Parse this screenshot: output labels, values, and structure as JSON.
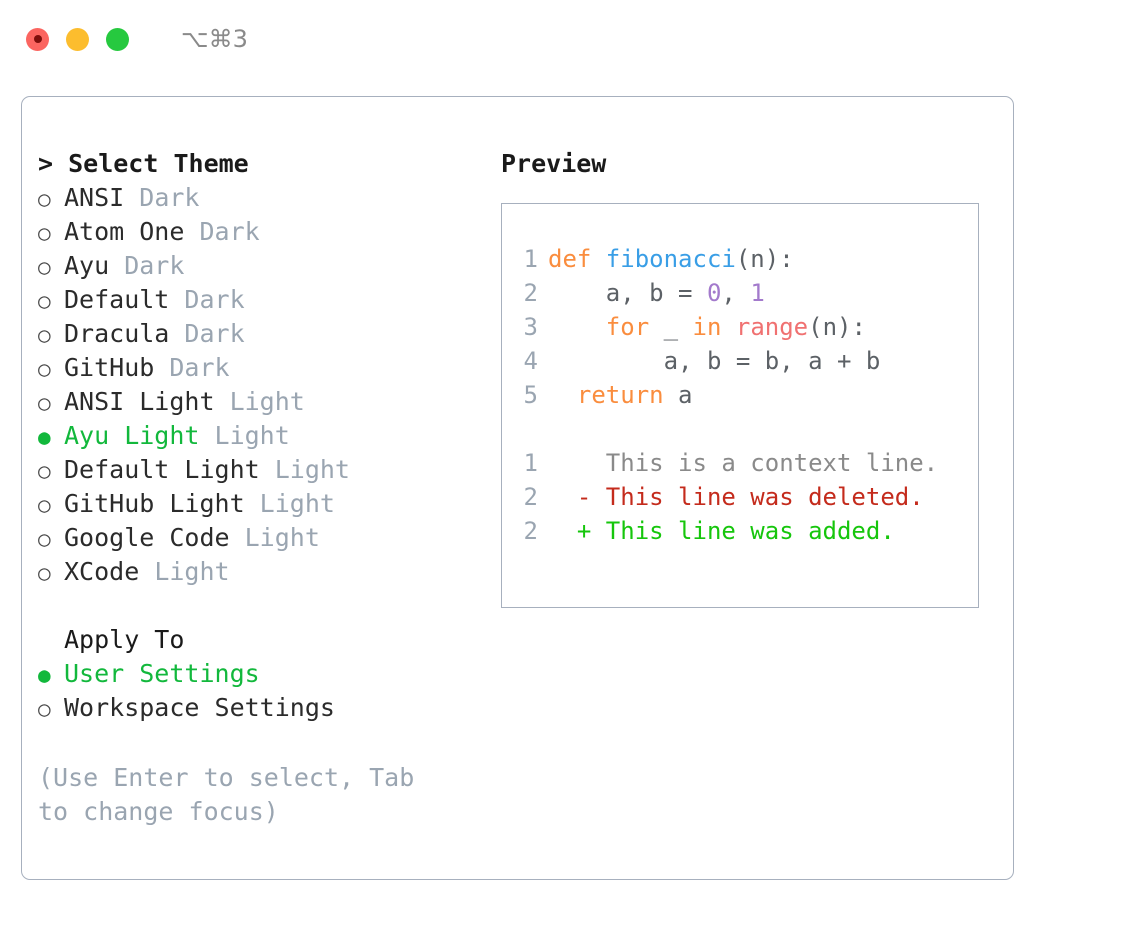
{
  "titlebar": {
    "shortcut": "⌥⌘3",
    "buttons": [
      {
        "name": "close",
        "color": "#fb6560"
      },
      {
        "name": "minimize",
        "color": "#fcbd2e"
      },
      {
        "name": "maximize",
        "color": "#26c93f"
      }
    ]
  },
  "colors": {
    "accent_green": "#12b83c",
    "muted": "#9aa5b1",
    "text": "#2b2b2b",
    "border": "#a7b0be",
    "keyword": "#fa8d3e",
    "function": "#399ee6",
    "number": "#a37acc",
    "builtin": "#f07171",
    "diff_added": "#16c60c",
    "diff_deleted": "#c42b1c"
  },
  "theme_list": {
    "title": "> Select Theme",
    "bullet_unselected": "○",
    "bullet_selected": "●",
    "items": [
      {
        "name": "ANSI",
        "kind": "Dark",
        "selected": false
      },
      {
        "name": "Atom One",
        "kind": "Dark",
        "selected": false
      },
      {
        "name": "Ayu",
        "kind": "Dark",
        "selected": false
      },
      {
        "name": "Default",
        "kind": "Dark",
        "selected": false
      },
      {
        "name": "Dracula",
        "kind": "Dark",
        "selected": false
      },
      {
        "name": "GitHub",
        "kind": "Dark",
        "selected": false
      },
      {
        "name": "ANSI Light",
        "kind": "Light",
        "selected": false
      },
      {
        "name": "Ayu Light",
        "kind": "Light",
        "selected": true
      },
      {
        "name": "Default Light",
        "kind": "Light",
        "selected": false
      },
      {
        "name": "GitHub Light",
        "kind": "Light",
        "selected": false
      },
      {
        "name": "Google Code",
        "kind": "Light",
        "selected": false
      },
      {
        "name": "XCode",
        "kind": "Light",
        "selected": false
      }
    ]
  },
  "apply_to": {
    "title": "Apply To",
    "items": [
      {
        "name": "User Settings",
        "selected": true
      },
      {
        "name": "Workspace Settings",
        "selected": false
      }
    ]
  },
  "hint": "(Use Enter to select, Tab to change focus)",
  "preview": {
    "title": "Preview",
    "code": [
      {
        "line_no": "1",
        "tokens": [
          {
            "text": "def ",
            "type": "keyword"
          },
          {
            "text": "fibonacci",
            "type": "function"
          },
          {
            "text": "(n):",
            "type": "plain"
          }
        ]
      },
      {
        "line_no": "2",
        "tokens": [
          {
            "text": "    a, b = ",
            "type": "plain"
          },
          {
            "text": "0",
            "type": "number"
          },
          {
            "text": ", ",
            "type": "plain"
          },
          {
            "text": "1",
            "type": "number"
          }
        ]
      },
      {
        "line_no": "3",
        "tokens": [
          {
            "text": "    ",
            "type": "plain"
          },
          {
            "text": "for",
            "type": "keyword"
          },
          {
            "text": " _ ",
            "type": "plain"
          },
          {
            "text": "in",
            "type": "keyword"
          },
          {
            "text": " ",
            "type": "plain"
          },
          {
            "text": "range",
            "type": "builtin"
          },
          {
            "text": "(n):",
            "type": "plain"
          }
        ]
      },
      {
        "line_no": "4",
        "tokens": [
          {
            "text": "        a, b = b, a + b",
            "type": "plain"
          }
        ]
      },
      {
        "line_no": "5",
        "tokens": [
          {
            "text": "  ",
            "type": "plain"
          },
          {
            "text": "return",
            "type": "keyword"
          },
          {
            "text": " a",
            "type": "plain"
          }
        ]
      }
    ],
    "diff": [
      {
        "line_no": "1",
        "marker": "  ",
        "text": "This is a context line.",
        "type": "context"
      },
      {
        "line_no": "2",
        "marker": "- ",
        "text": "This line was deleted.",
        "type": "deleted"
      },
      {
        "line_no": "2",
        "marker": "+ ",
        "text": "This line was added.",
        "type": "added"
      }
    ]
  }
}
